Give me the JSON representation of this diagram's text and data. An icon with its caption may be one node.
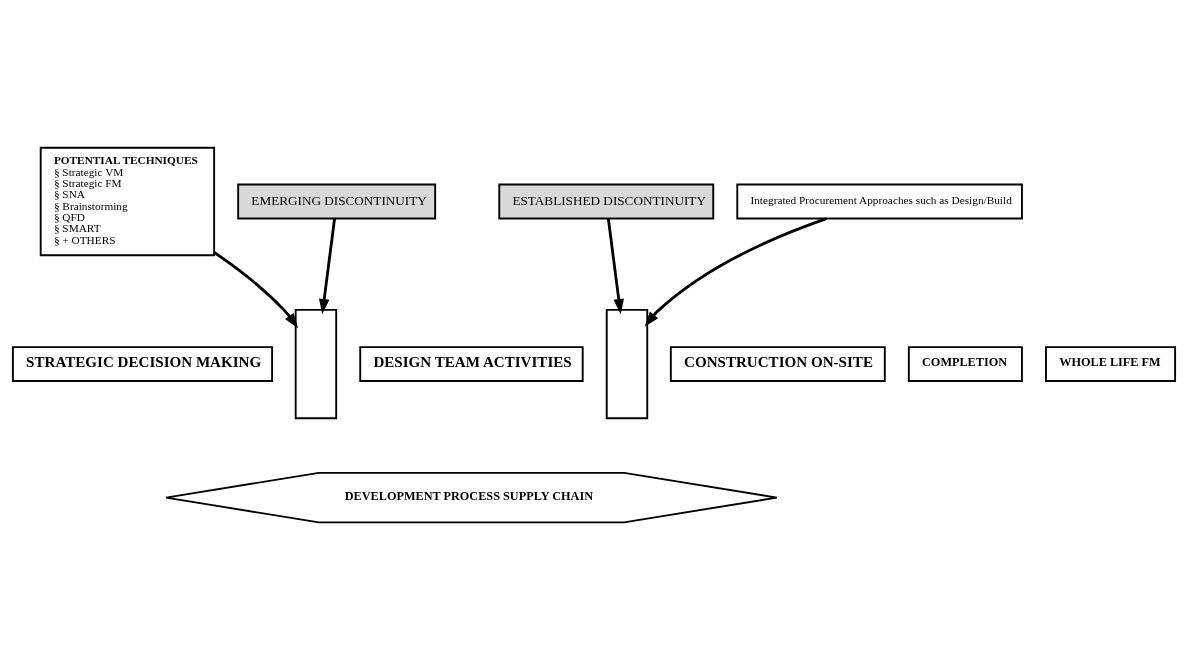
{
  "diagram": {
    "nodes": [
      {
        "text": [
          "POTENTIAL TECHNIQUES",
          "§ Strategic VM",
          "§ Strategic FM",
          "§ SNA",
          "§ Brainstorming",
          "§ QFD",
          "§ SMART",
          "§ + OTHERS"
        ]
      },
      {
        "text": [
          "EMERGING DISCONTINUITY"
        ]
      },
      {
        "text": [
          "ESTABLISHED DISCONTINUITY"
        ]
      },
      {
        "text": [
          "Integrated Procurement Approaches such as Design/Build"
        ]
      },
      {
        "text": [
          "STRATEGIC DECISION MAKING"
        ]
      },
      {
        "text": [
          "DESIGN TEAM ACTIVITIES"
        ]
      },
      {
        "text": [
          "CONSTRUCTION ON-SITE"
        ]
      },
      {
        "text": [
          "COMPLETION"
        ]
      },
      {
        "text": [
          "WHOLE LIFE FM"
        ]
      },
      {
        "text": [
          "DEVELOPMENT PROCESS SUPPLY CHAIN"
        ]
      },
      {
        "text": [],
        "shape": "bar"
      },
      {
        "text": [],
        "shape": "bar"
      }
    ],
    "edges": [
      {
        "from": 1,
        "to": 10,
        "arrow": "to"
      },
      {
        "from": 0,
        "to": 10,
        "arrow": "to"
      },
      {
        "from": 2,
        "to": 11,
        "arrow": "to"
      },
      {
        "from": 3,
        "to": 11,
        "arrow": "to"
      }
    ]
  }
}
